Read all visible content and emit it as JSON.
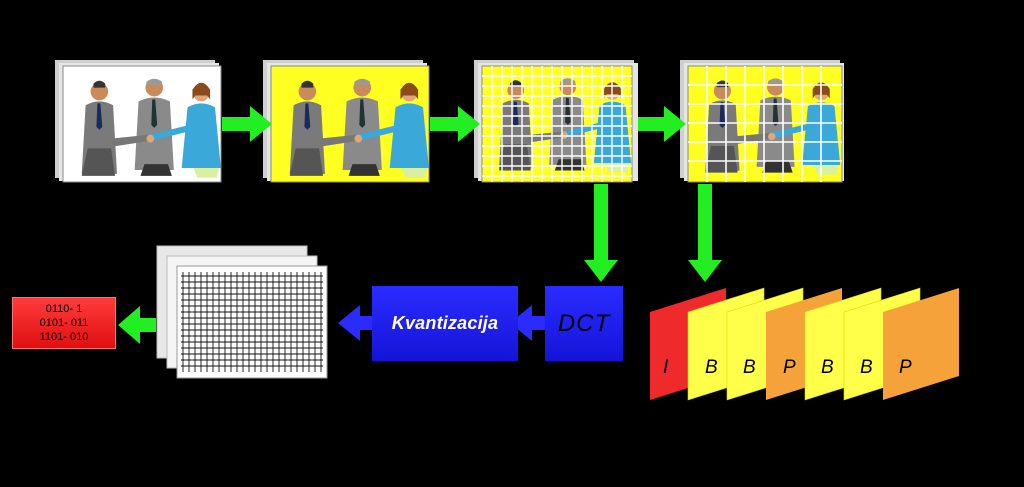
{
  "blocks": {
    "quantization_label": "Kvantizacija",
    "dct_label": "DCT"
  },
  "binary_output": {
    "lines": [
      "0110- 1",
      "0101- 011",
      "1101- 010"
    ]
  },
  "frame_sequence": {
    "frames": [
      "I",
      "B",
      "B",
      "P",
      "B",
      "B",
      "P"
    ],
    "colors": {
      "I": "#ee2a2a",
      "B": "#ffff4a",
      "P": "#f5a23a"
    }
  },
  "colors": {
    "background": "#000000",
    "arrow_green": "#22ee22",
    "arrow_blue": "#2a2cff",
    "block_blue": "#1a1ae6",
    "output_red": "#ee2a2a"
  },
  "icons": {
    "photo_frame": "business-people-handshake-photo",
    "grid_overlay": "macroblock-grid",
    "coefficient_stack": "dct-coefficient-grid-stack"
  }
}
